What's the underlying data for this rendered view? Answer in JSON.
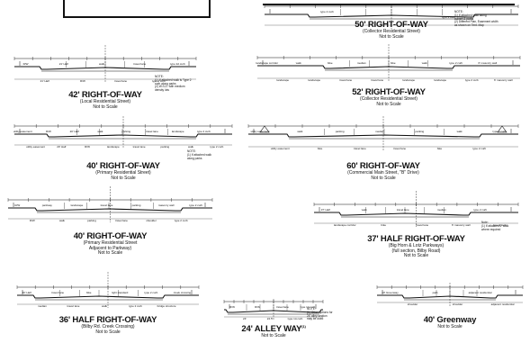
{
  "sections": [
    {
      "id": "s50",
      "title": "50' RIGHT-OF-WAY",
      "sub": [
        "(Collector Residential Street)",
        "Not to Scale"
      ],
      "note": [
        "NOTE:",
        "(1)  If attached walk along",
        "     culvert & parks",
        "(2)  Different Plan, Easement width",
        "     as shown on Tent. Map"
      ],
      "labels": [
        "type 2 curb",
        "type 2 curb"
      ]
    },
    {
      "id": "s42",
      "title": "42' RIGHT-OF-WAY",
      "sub": [
        "(Local Residential Street)",
        "Not to Scale"
      ],
      "note": [
        "NOTE:",
        "(1)  If attached walk is Type 2",
        "     curb along parks",
        "(2)  W.S.D. with medium",
        "     density lots"
      ],
      "labels": [
        "R/W",
        "21' Half",
        "21' Half",
        "R/W",
        "walk",
        "travel lane",
        "travel lane",
        "type 2 curb",
        "type 2A curb"
      ]
    },
    {
      "id": "s52",
      "title": "52' RIGHT-OF-WAY",
      "sub": [
        "(Collector Residential Street)",
        "Not to Scale"
      ],
      "labels": [
        "landscape corridor",
        "landscape",
        "walk",
        "landscape",
        "bike",
        "travel lane",
        "median",
        "travel lane",
        "bike",
        "landscape",
        "walk",
        "landscape",
        "type 2 curb",
        "type 2 curb",
        "6' masonry wall",
        "6' masonry wall"
      ]
    },
    {
      "id": "s40a",
      "title": "40' RIGHT-OF-WAY",
      "sub": [
        "(Primary Residential Street)",
        "Not to Scale"
      ],
      "note": [
        "NOTE:",
        "(1)  If attached walk",
        "     along parks"
      ],
      "labels": [
        "utility easement",
        "utility easement",
        "R/W",
        "20' Half",
        "20' Half",
        "R/W",
        "walk",
        "landscape",
        "parking",
        "travel lane",
        "travel lane",
        "parking",
        "landscape",
        "walk",
        "type 2 curb",
        "type 2 curb"
      ]
    },
    {
      "id": "s60",
      "title": "60' RIGHT-OF-WAY",
      "sub": [
        "(Commercial Main Street, \"B\" Drive)",
        "Not to Scale"
      ],
      "labels": [
        "utility easement",
        "utility easement",
        "walk",
        "bike",
        "parking",
        "travel lane",
        "median",
        "travel lane",
        "parking",
        "bike",
        "walk",
        "type 2 curb",
        "type 2 curb"
      ]
    },
    {
      "id": "s40b",
      "title": "40' RIGHT-OF-WAY",
      "sub": [
        "(Primary Residential Street",
        "Adjacent to Parkway)",
        "Not to Scale"
      ],
      "labels": [
        "R/W",
        "R/W",
        "parkway",
        "walk",
        "landscape",
        "parking",
        "travel lane",
        "travel lane",
        "parking",
        "shoulder",
        "masonry wall",
        "type 2 curb",
        "type 2 curb"
      ]
    },
    {
      "id": "s37",
      "title": "37' HALF RIGHT-OF-WAY",
      "sub": [
        "(Big Horn & Lotz Parkways)",
        "(full section, Bilby Road)",
        "Not to Scale"
      ],
      "note": [
        "Note:",
        "(1)  If attached 6' walk",
        "     where required"
      ],
      "labels": [
        "37' Half",
        "landscape corridor",
        "walk",
        "bike",
        "travel lane",
        "travel lane",
        "median",
        "6' masonry wall",
        "type 2 curb",
        "type 2 curb"
      ]
    },
    {
      "id": "s36",
      "title": "36' HALF RIGHT-OF-WAY",
      "sub": [
        "(Bilby Rd. Creek Crossing)",
        "Not to Scale"
      ],
      "labels": [
        "40' Half",
        "median",
        "travel lane",
        "travel lane",
        "bike",
        "walk",
        "light standard",
        "type 2 curb",
        "type 2 curb",
        "bridge structure",
        "creek crossing"
      ]
    },
    {
      "id": "s24",
      "title": "24' ALLEY WAY",
      "sup": "(1)",
      "sub": [
        "Not to Scale"
      ],
      "note": [
        "NOTE:",
        "(1)  Other options for",
        "     24' alley section",
        "     may be used"
      ],
      "labels": [
        "R/W",
        "24'",
        "R/W",
        "22.5'",
        "travel lane",
        "type 1A curb",
        "type 1A curb"
      ]
    },
    {
      "id": "s40g",
      "title": "40' Greenway",
      "sub": [
        "Not to Scale"
      ],
      "labels": [
        "40' Greenway",
        "shoulder",
        "path",
        "shoulder",
        "adjacent residential",
        "adjacent residential"
      ]
    }
  ]
}
